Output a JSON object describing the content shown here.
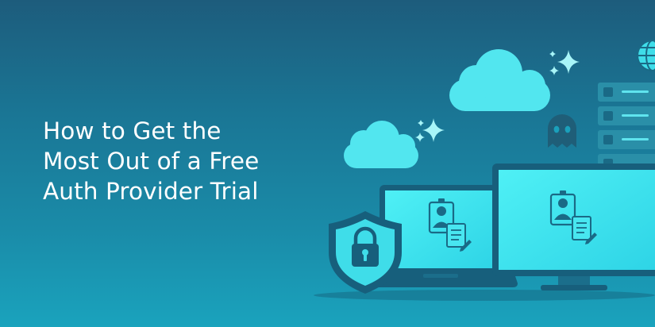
{
  "banner": {
    "title_lines": [
      "How to Get the",
      "Most Out of a Free",
      "Auth Provider Trial"
    ]
  },
  "illustration": {
    "icons": [
      "cloud-icon",
      "sparkle-icon",
      "ghost-icon",
      "server-rack-icon",
      "globe-icon",
      "laptop-icon",
      "desktop-monitor-icon",
      "id-badge-icon",
      "checklist-icon",
      "shield-lock-icon"
    ]
  },
  "colors": {
    "background_top": "#1d5c7c",
    "background_bottom": "#1aa3bd",
    "screen": "#3ee6ef",
    "device_frame": "#175f7c",
    "cloud": "#4fe6ef",
    "sparkle": "#9ff4f7",
    "title_text": "#ffffff"
  }
}
